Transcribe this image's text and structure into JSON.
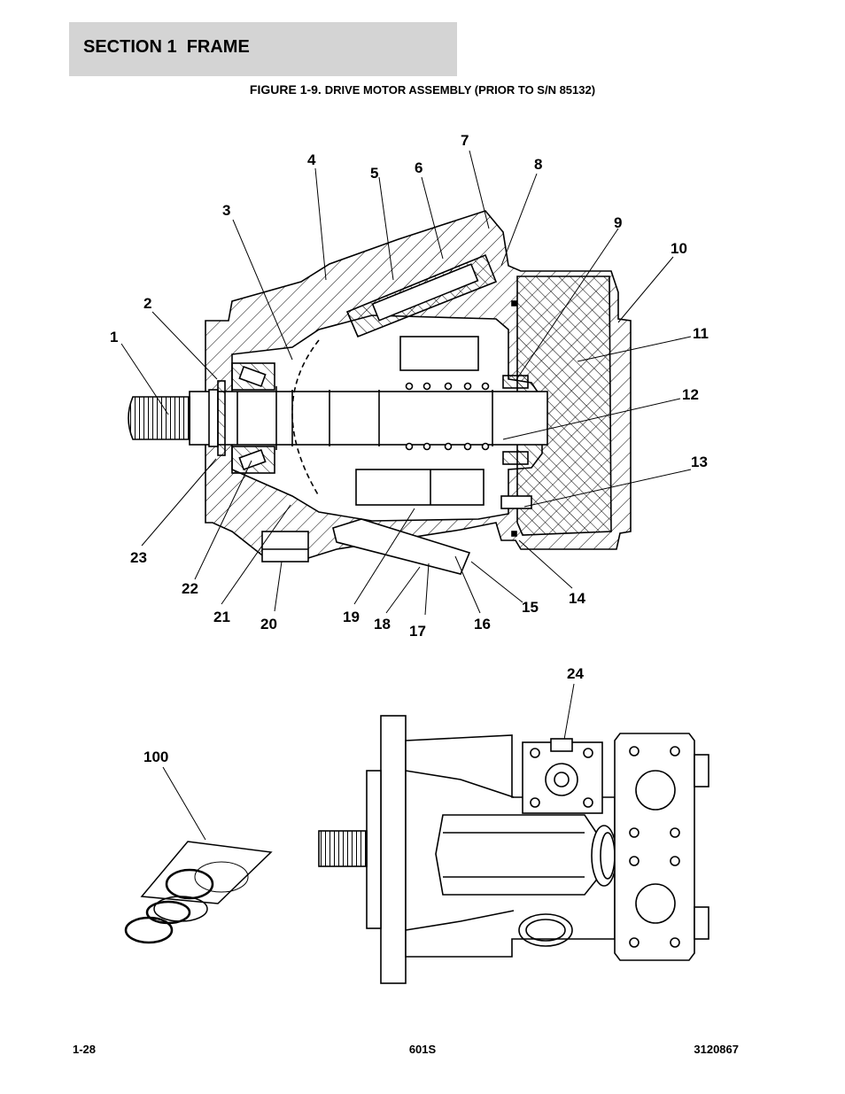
{
  "header": {
    "section_title": "SECTION 1  FRAME"
  },
  "figure": {
    "caption_lead": "FIGURE 1-9. ",
    "caption_rest": "DRIVE MOTOR ASSEMBLY (PRIOR TO S/N 85132)"
  },
  "callouts": {
    "c1": "1",
    "c2": "2",
    "c3": "3",
    "c4": "4",
    "c5": "5",
    "c6": "6",
    "c7": "7",
    "c8": "8",
    "c9": "9",
    "c10": "10",
    "c11": "11",
    "c12": "12",
    "c13": "13",
    "c14": "14",
    "c15": "15",
    "c16": "16",
    "c17": "17",
    "c18": "18",
    "c19": "19",
    "c20": "20",
    "c21": "21",
    "c22": "22",
    "c23": "23",
    "c24": "24",
    "c100": "100"
  },
  "footer": {
    "page_number": "1-28",
    "model": "601S",
    "doc_number": "3120867"
  }
}
